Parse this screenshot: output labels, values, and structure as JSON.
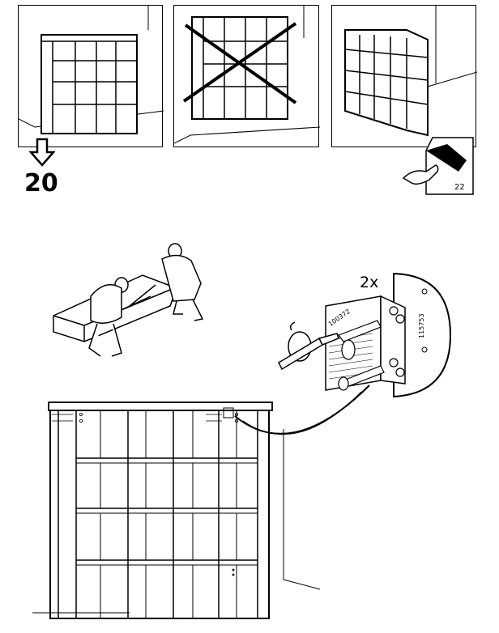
{
  "step": {
    "number": "20"
  },
  "reference_page": "22",
  "fitting": {
    "quantity": "2x",
    "part_numbers": [
      "100372",
      "115753"
    ]
  },
  "icons": [
    "arrow-down-icon",
    "page-turn-icon",
    "screwdriver-icon",
    "screw-icon",
    "bracket-icon"
  ],
  "panels": [
    {
      "name": "shelf-upright-correct",
      "crossed_out": false
    },
    {
      "name": "shelf-upright-wrong",
      "crossed_out": true
    },
    {
      "name": "shelf-angled-view",
      "crossed_out": false
    }
  ]
}
